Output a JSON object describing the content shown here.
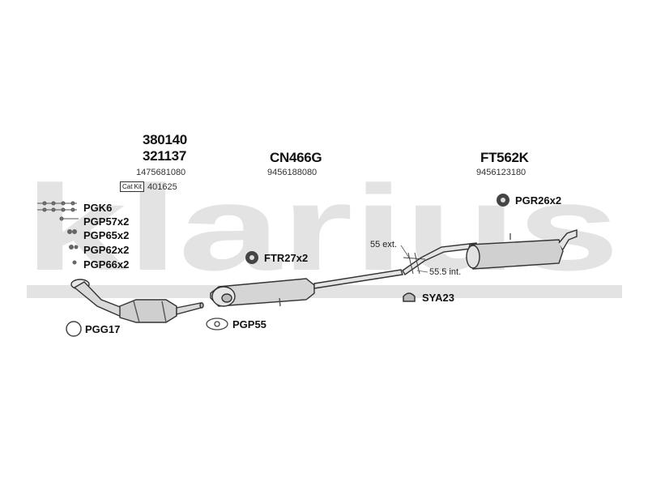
{
  "brand": "klarius",
  "parts": {
    "front": {
      "code_top": "380140",
      "code_bottom": "321137",
      "ref": "1475681080",
      "cat_kit_label": "Cat Kit",
      "cat_kit_number": "401625"
    },
    "middle": {
      "code": "CN466G",
      "ref": "9456188080"
    },
    "rear": {
      "code": "FT562K",
      "ref": "9456123180"
    }
  },
  "fitting_labels": {
    "pgk6": "PGK6",
    "pgp57": "PGP57x2",
    "pgp65": "PGP65x2",
    "pgp62": "PGP62x2",
    "pgp66": "PGP66x2",
    "pgg17": "PGG17",
    "pgp55": "PGP55",
    "ftr27": "FTR27x2",
    "sya23": "SYA23",
    "pgr26": "PGR26x2"
  },
  "notes": {
    "ext": "55 ext.",
    "int": "55.5 int."
  }
}
